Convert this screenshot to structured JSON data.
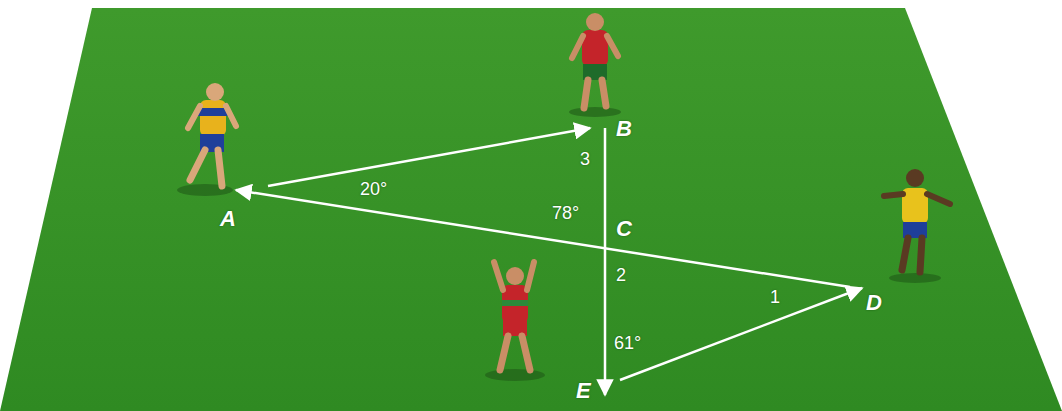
{
  "diagram": {
    "labels": [
      "B",
      "3",
      "20°",
      "A",
      "78°",
      "C",
      "2",
      "1",
      "D",
      "61°",
      "E"
    ]
  }
}
